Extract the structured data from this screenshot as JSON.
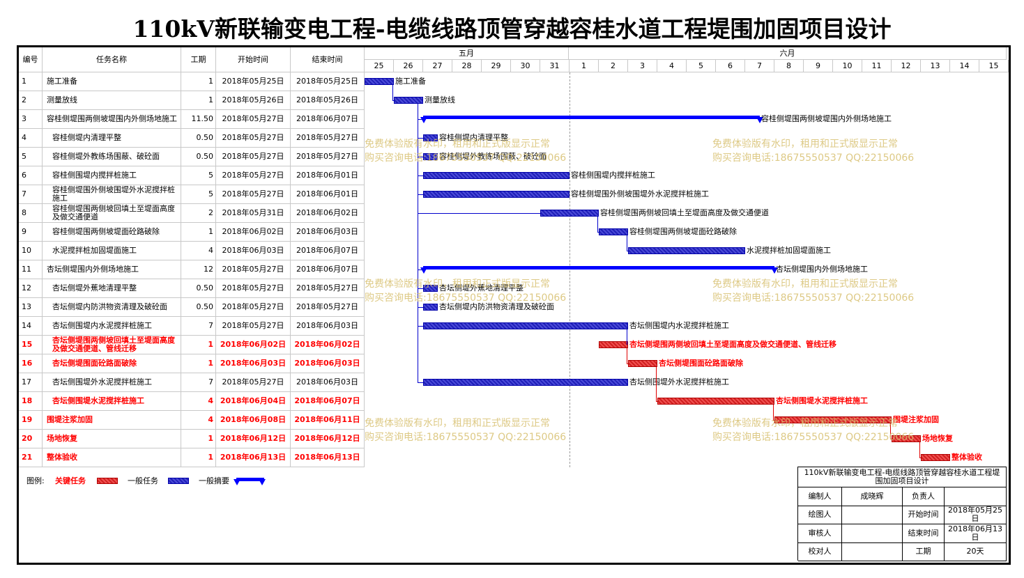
{
  "title": "110kV新联输变电工程-电缆线路顶管穿越容桂水道工程堤围加固项目设计",
  "headers": {
    "id": "编号",
    "name": "任务名称",
    "duration": "工期",
    "start": "开始时间",
    "end": "结束时间"
  },
  "months": [
    {
      "label": "五月"
    },
    {
      "label": "六月"
    }
  ],
  "days": [
    "25",
    "26",
    "27",
    "28",
    "29",
    "30",
    "31",
    "1",
    "2",
    "3",
    "4",
    "5",
    "6",
    "7",
    "8",
    "9",
    "10",
    "11",
    "12",
    "13",
    "14",
    "15"
  ],
  "colors": {
    "normal": "#2b2bc8",
    "critical": "#e63232",
    "summary": "#0000ff",
    "watermark": "#d8c070"
  },
  "tasks": [
    {
      "id": "1",
      "name": "施工准备",
      "duration": "1",
      "start": "2018年05月25日",
      "end": "2018年05月25日",
      "type": "normal",
      "indent": false
    },
    {
      "id": "2",
      "name": "测量放线",
      "duration": "1",
      "start": "2018年05月26日",
      "end": "2018年05月26日",
      "type": "normal",
      "indent": false
    },
    {
      "id": "3",
      "name": "容桂侧堤围两侧坡堤围内外侧场地施工",
      "duration": "11.50",
      "start": "2018年05月27日",
      "end": "2018年06月07日",
      "type": "summary",
      "indent": false
    },
    {
      "id": "4",
      "name": "容桂侧堤内清理平整",
      "duration": "0.50",
      "start": "2018年05月27日",
      "end": "2018年05月27日",
      "type": "normal",
      "indent": true
    },
    {
      "id": "5",
      "name": "容桂侧堤外教练场围蔽、破砼面",
      "duration": "0.50",
      "start": "2018年05月27日",
      "end": "2018年05月27日",
      "type": "normal",
      "indent": true
    },
    {
      "id": "6",
      "name": "容桂侧围堤内搅拌桩施工",
      "duration": "5",
      "start": "2018年05月27日",
      "end": "2018年06月01日",
      "type": "normal",
      "indent": true
    },
    {
      "id": "7",
      "name": "容桂侧堤围外侧坡围堤外水泥搅拌桩施工",
      "duration": "5",
      "start": "2018年05月27日",
      "end": "2018年06月01日",
      "type": "normal",
      "indent": true
    },
    {
      "id": "8",
      "name": "容桂侧堤围两侧坡回填土至堤面高度及做交通便道",
      "duration": "2",
      "start": "2018年05月31日",
      "end": "2018年06月02日",
      "type": "normal",
      "indent": true
    },
    {
      "id": "9",
      "name": "容桂侧堤围两侧坡堤面砼路破除",
      "duration": "1",
      "start": "2018年06月02日",
      "end": "2018年06月03日",
      "type": "normal",
      "indent": true
    },
    {
      "id": "10",
      "name": "水泥搅拌桩加固堤面施工",
      "duration": "4",
      "start": "2018年06月03日",
      "end": "2018年06月07日",
      "type": "normal",
      "indent": true
    },
    {
      "id": "11",
      "name": "杏坛侧堤围内外侧场地施工",
      "duration": "12",
      "start": "2018年05月27日",
      "end": "2018年06月07日",
      "type": "summary",
      "indent": false
    },
    {
      "id": "12",
      "name": "杏坛侧堤外蕉地清理平整",
      "duration": "0.50",
      "start": "2018年05月27日",
      "end": "2018年05月27日",
      "type": "normal",
      "indent": true
    },
    {
      "id": "13",
      "name": "杏坛侧堤内防洪物资清理及破砼面",
      "duration": "0.50",
      "start": "2018年05月27日",
      "end": "2018年05月27日",
      "type": "normal",
      "indent": true
    },
    {
      "id": "14",
      "name": "杏坛侧围堤内水泥搅拌桩施工",
      "duration": "7",
      "start": "2018年05月27日",
      "end": "2018年06月03日",
      "type": "normal",
      "indent": true
    },
    {
      "id": "15",
      "name": "杏坛侧堤围两侧坡回填土至堤面高度及做交通便道、管线迁移",
      "duration": "1",
      "start": "2018年06月02日",
      "end": "2018年06月02日",
      "type": "critical",
      "indent": true
    },
    {
      "id": "16",
      "name": "杏坛侧堤围面砼路面破除",
      "duration": "1",
      "start": "2018年06月03日",
      "end": "2018年06月03日",
      "type": "critical",
      "indent": true
    },
    {
      "id": "17",
      "name": "杏坛侧围堤外水泥搅拌桩施工",
      "duration": "7",
      "start": "2018年05月27日",
      "end": "2018年06月03日",
      "type": "normal",
      "indent": true
    },
    {
      "id": "18",
      "name": "杏坛侧围堤水泥搅拌桩施工",
      "duration": "4",
      "start": "2018年06月04日",
      "end": "2018年06月07日",
      "type": "critical",
      "indent": true
    },
    {
      "id": "19",
      "name": "围堤注浆加固",
      "duration": "4",
      "start": "2018年06月08日",
      "end": "2018年06月11日",
      "type": "critical",
      "indent": false
    },
    {
      "id": "20",
      "name": "场地恢复",
      "duration": "1",
      "start": "2018年06月12日",
      "end": "2018年06月12日",
      "type": "critical",
      "indent": false
    },
    {
      "id": "21",
      "name": "整体验收",
      "duration": "1",
      "start": "2018年06月13日",
      "end": "2018年06月13日",
      "type": "critical",
      "indent": false
    }
  ],
  "watermark": {
    "line1": "免费体验版有水印，租用和正式版显示正常",
    "line2": "购买咨询电话:18675550537 QQ:22150066"
  },
  "legend": {
    "label": "图例:",
    "critical": "关键任务",
    "normal": "一般任务",
    "summary": "一般摘要"
  },
  "title_block": {
    "project_line1": "110kV新联输变电工程-电缆线路顶管穿越容桂水道工程堤",
    "project_line2": "围加固项目设计",
    "rows": [
      {
        "k1": "编制人",
        "v1": "成晓辉",
        "k2": "负责人",
        "v2": ""
      },
      {
        "k1": "绘图人",
        "v1": "",
        "k2": "开始时间",
        "v2": "2018年05月25日"
      },
      {
        "k1": "审核人",
        "v1": "",
        "k2": "结束时间",
        "v2": "2018年06月13日"
      },
      {
        "k1": "校对人",
        "v1": "",
        "k2": "工期",
        "v2": "20天"
      }
    ]
  }
}
